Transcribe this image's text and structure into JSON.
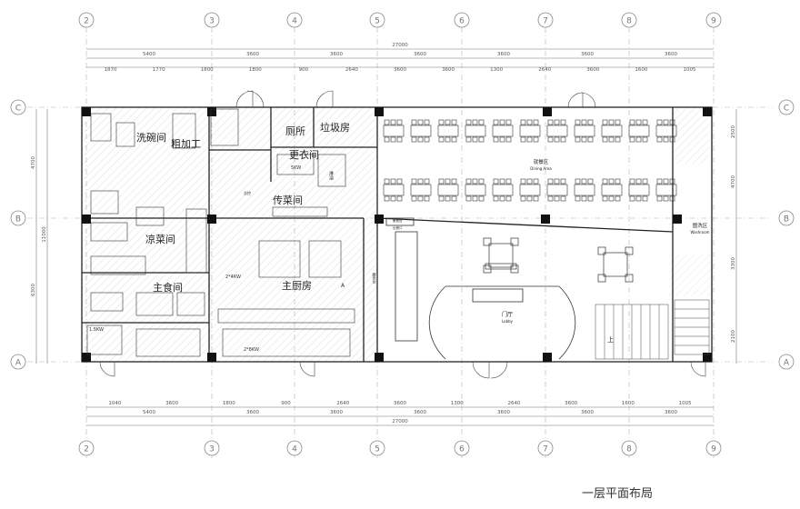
{
  "caption": "一层平面布局",
  "axes": {
    "columns": [
      "2",
      "3",
      "4",
      "5",
      "6",
      "7",
      "8",
      "9"
    ],
    "rows": [
      "C",
      "B",
      "A"
    ]
  },
  "dimensions": {
    "total": "27000",
    "top_groups": [
      "5400",
      "3600",
      "3600",
      "3600",
      "3600",
      "3600",
      "3600"
    ],
    "top_segments": [
      "1870",
      "1770",
      "1800",
      "1800",
      "900",
      "2640",
      "3600",
      "3600",
      "1300",
      "2640",
      "3600",
      "1600",
      "1005"
    ],
    "bottom_groups": [
      "5400",
      "3600",
      "3600",
      "3600",
      "3600",
      "3600",
      "3600"
    ],
    "bottom_segments": [
      "1040",
      "3600",
      "1800",
      "900",
      "2640",
      "3600",
      "1300",
      "2640",
      "3600",
      "1600",
      "1005"
    ],
    "left_segments": [
      "4700",
      "6300"
    ],
    "left_total": "11000",
    "right_segments": [
      "2500",
      "4700",
      "3300",
      "2100"
    ]
  },
  "rooms": {
    "dishwash": "洗碗间",
    "rough_process": "粗加工",
    "toilet": "厕所",
    "garbage": "垃圾房",
    "changing": "更衣间",
    "corridor": "传菜间",
    "cold_dish": "凉菜间",
    "staple": "主食间",
    "main_kitchen": "主厨房",
    "wash_note": "淋浴",
    "dining": "就餐区",
    "dining_en": "Dining Area",
    "lobby": "门厅",
    "lobby_en": "Lobby",
    "reception": "服务台",
    "reception_en": "Reception",
    "washroom": "盥洗区",
    "washroom_en": "Washroom",
    "up": "上"
  },
  "tags": {
    "a": "5KW",
    "b": "2*4KW",
    "c": "2*8KW",
    "d": "1.5KW",
    "e": "A",
    "f": "总控",
    "g": "备餐台",
    "h": "出餐口"
  }
}
